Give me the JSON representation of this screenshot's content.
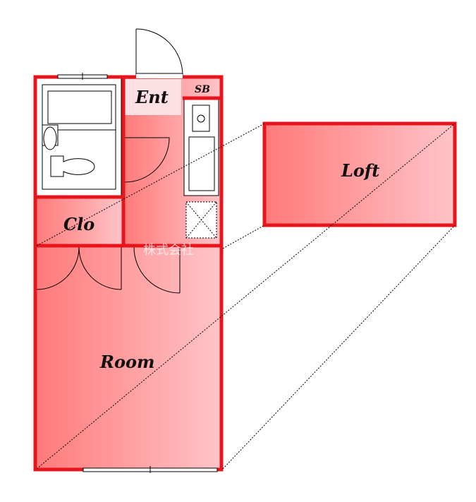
{
  "rooms": {
    "entrance": "Ent",
    "shoe_box": "SB",
    "closet": "Clo",
    "room": "Room",
    "loft": "Loft"
  },
  "watermark": "株式会社",
  "colors": {
    "wall": "#e8141b",
    "fill_dark": "#ff7a7a",
    "fill_light": "#ffc4c8"
  }
}
